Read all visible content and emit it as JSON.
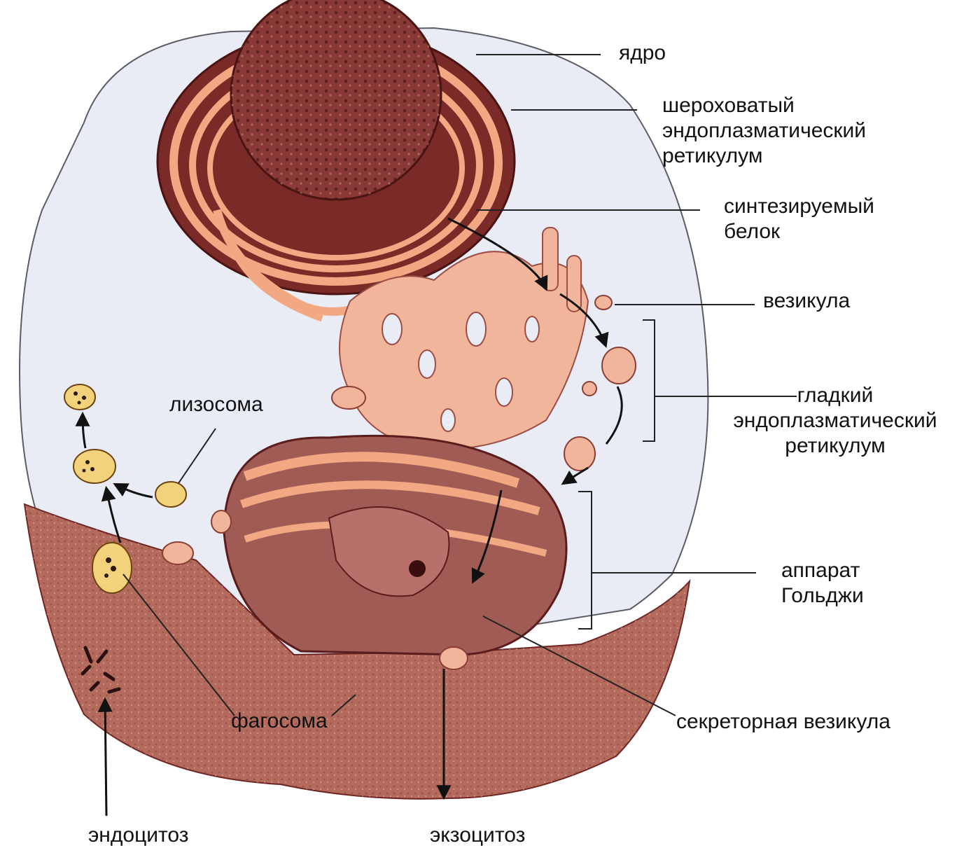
{
  "labels": {
    "nucleus": "ядро",
    "rough_er": [
      "шероховатый",
      "эндоплазматический",
      "ретикулум"
    ],
    "protein": [
      "синтезируемый",
      "белок"
    ],
    "vesicle": "везикула",
    "smooth_er": [
      "гладкий",
      "эндоплазматический",
      "ретикулум"
    ],
    "lysosome": "лизосома",
    "golgi": [
      "аппарат",
      "Гольджи"
    ],
    "phagosome": "фагосома",
    "secretory_vesicle": "секреторная везикула",
    "endocytosis": "эндоцитоз",
    "exocytosis": "экзоцитоз"
  },
  "colors": {
    "cytoplasm": "#e9ecf5",
    "membrane_base": "#a85d52",
    "organelle_dark": "#6e2523",
    "organelle_light": "#f2a883",
    "lysosome_fill": "#f2d27a"
  }
}
